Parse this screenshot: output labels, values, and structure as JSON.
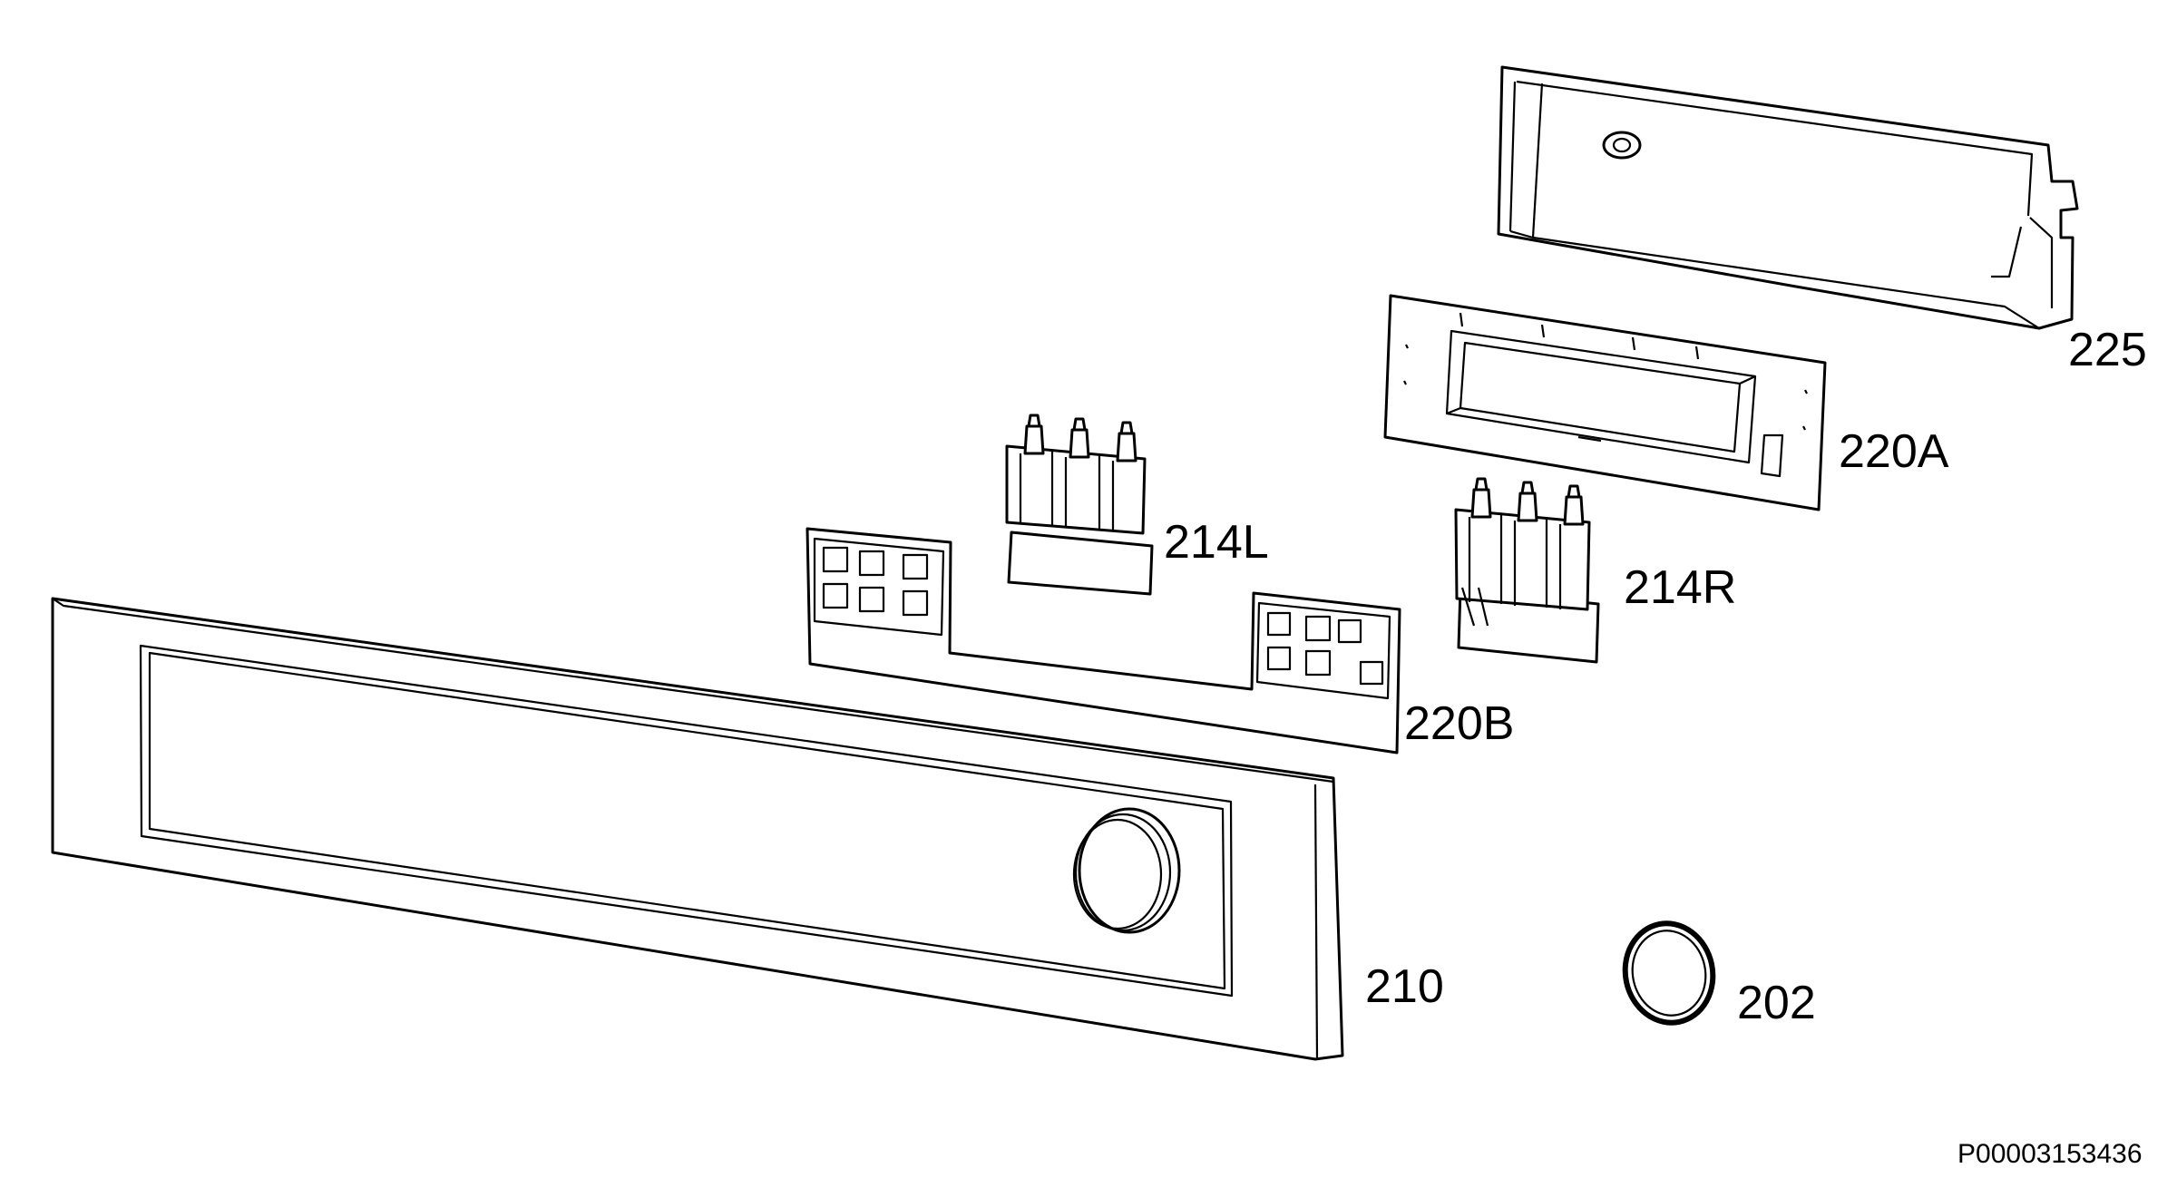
{
  "diagram": {
    "labels": {
      "p225": "225",
      "p220A": "220A",
      "p214L": "214L",
      "p214R": "214R",
      "p220B": "220B",
      "p210": "210",
      "p202": "202"
    },
    "document_id": "P00003153436"
  }
}
